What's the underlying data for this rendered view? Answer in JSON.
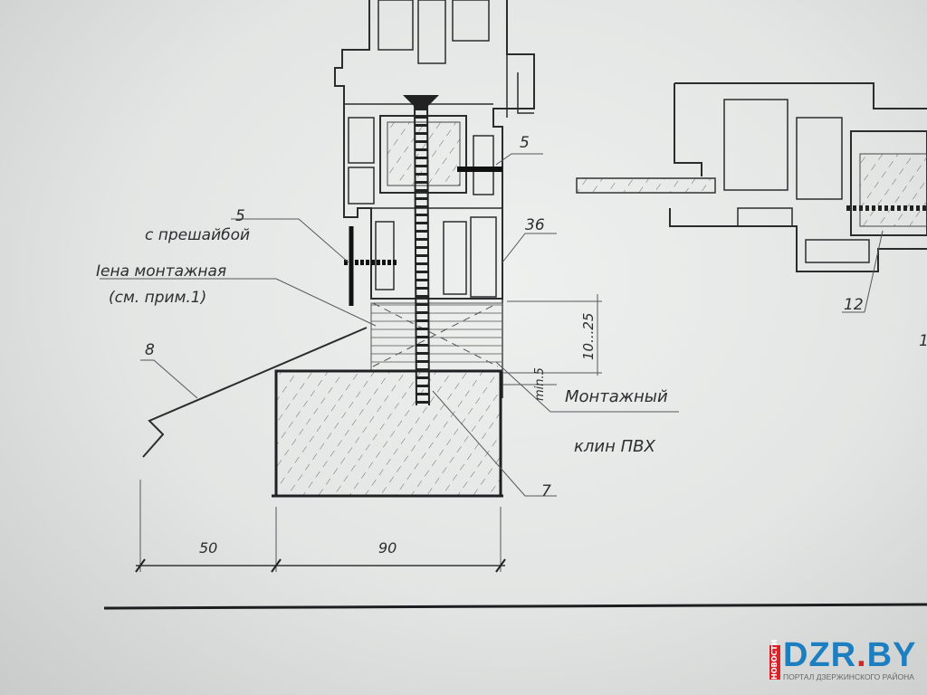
{
  "labels": {
    "screw_top": "5",
    "screw_washer_num": "5",
    "screw_washer_text": "с прешайбой",
    "foam_line1": "Iена монтажная",
    "foam_line2": "(см. прим.1)",
    "item_36": "36",
    "item_8": "8",
    "gap_dim": "10...25",
    "min_dim": "min.5",
    "wedge_line1": "Монтажный",
    "wedge_line2": "клин ПВХ",
    "item_7": "7",
    "item_12": "12",
    "item_1": "1",
    "dim_50": "50",
    "dim_90": "90"
  },
  "logo": {
    "side": "НОВОСТИ",
    "name_a": "DZR",
    "name_dot": ".",
    "name_b": "BY",
    "subtitle": "ПОРТАЛ ДЗЕРЖИНСКОГО РАЙОНА"
  },
  "colors": {
    "logo_blue": "#1d7fc0",
    "logo_red": "#d8232a",
    "ink": "#2a2c2e"
  }
}
